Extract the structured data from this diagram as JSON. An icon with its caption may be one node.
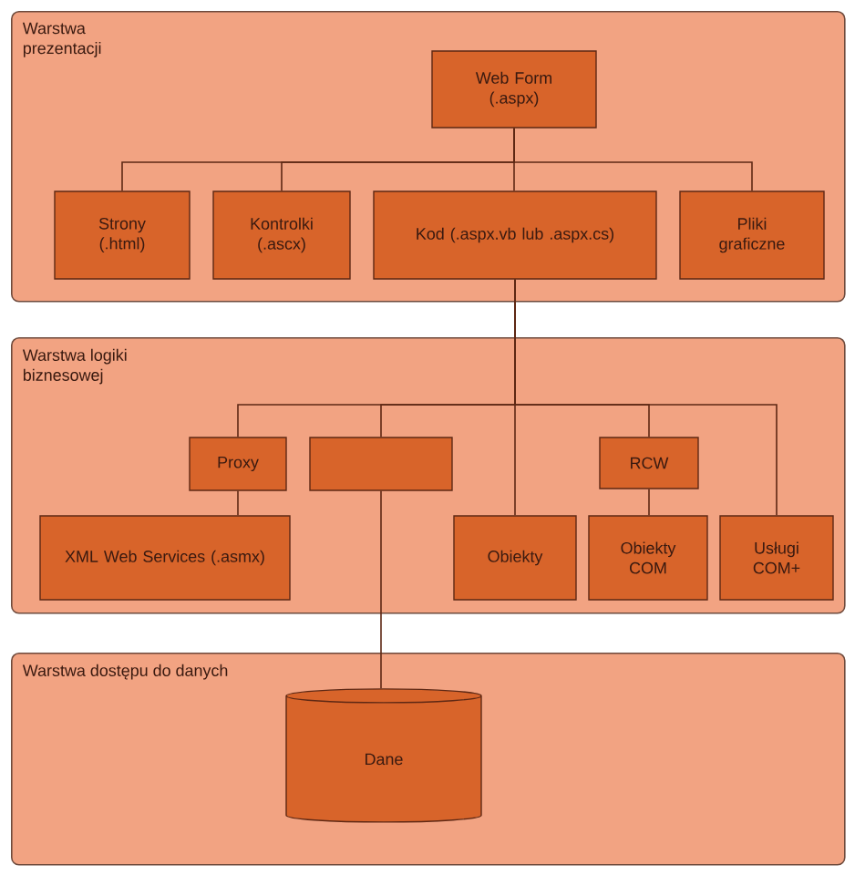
{
  "diagram": {
    "nodes": [
      {
        "text": [
          "Warstwa prezentacji"
        ]
      },
      {
        "text": [
          "Web Form (.aspx)"
        ],
        "in": 0
      },
      {
        "text": [
          "Strony (.html)"
        ],
        "in": 0
      },
      {
        "text": [
          "Kontrolki (.ascx)"
        ],
        "in": 0
      },
      {
        "text": [
          "Kod (.aspx.vb lub .aspx.cs)"
        ],
        "in": 0
      },
      {
        "text": [
          "Pliki graficzne"
        ],
        "in": 0
      },
      {
        "text": [
          "Warstwa logiki biznesowej"
        ]
      },
      {
        "text": [
          "Proxy"
        ],
        "in": 6
      },
      {
        "text": [],
        "shape": "box",
        "in": 6
      },
      {
        "text": [
          "RCW"
        ],
        "in": 6
      },
      {
        "text": [
          "XML Web Services (.asmx)"
        ],
        "in": 6
      },
      {
        "text": [
          "Obiekty"
        ],
        "in": 6
      },
      {
        "text": [
          "Obiekty COM"
        ],
        "in": 6
      },
      {
        "text": [
          "Usługi COM+"
        ],
        "in": 6
      },
      {
        "text": [
          "Warstwa dostępu do danych"
        ]
      },
      {
        "text": [
          "Dane"
        ],
        "in": 14
      }
    ],
    "edges": [
      {
        "from": 1,
        "to": 2,
        "arrow": "none"
      },
      {
        "from": 1,
        "to": 3,
        "arrow": "none"
      },
      {
        "from": 1,
        "to": 4,
        "arrow": "none"
      },
      {
        "from": 1,
        "to": 5,
        "arrow": "none"
      },
      {
        "from": 4,
        "to": 11,
        "arrow": "none"
      },
      {
        "from": 4,
        "to": 7,
        "arrow": "none"
      },
      {
        "from": 4,
        "to": 8,
        "arrow": "none"
      },
      {
        "from": 4,
        "to": 9,
        "arrow": "none"
      },
      {
        "from": 4,
        "to": 13,
        "arrow": "none"
      },
      {
        "from": 7,
        "to": 10,
        "arrow": "none"
      },
      {
        "from": 9,
        "to": 12,
        "arrow": "none"
      },
      {
        "from": 8,
        "to": 15,
        "arrow": "none"
      }
    ]
  }
}
